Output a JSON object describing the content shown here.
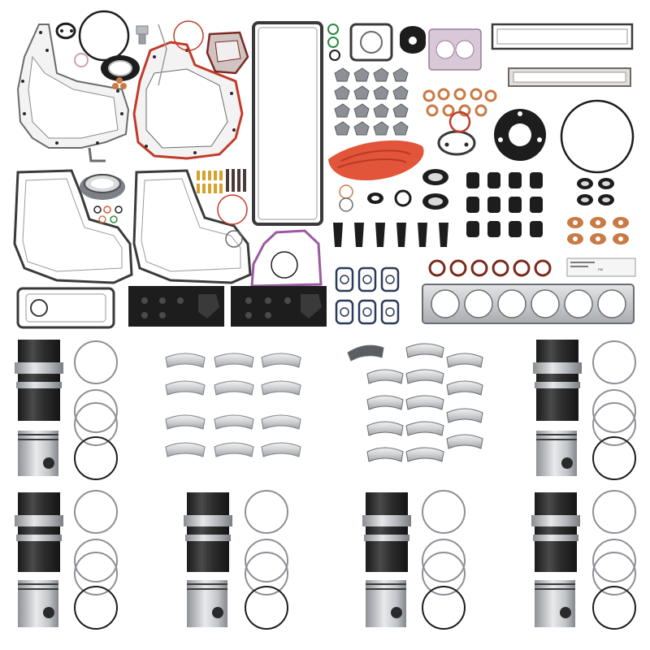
{
  "image": {
    "subject": "engine-overhaul-kit",
    "background": "#ffffff"
  },
  "colors": {
    "gasket_fiber": "#f3f3f3",
    "gasket_edge": "#6a6a6a",
    "bolt_hole": "#2a2a2a",
    "red_seal": "#c23b2a",
    "silicone_strip": "#e2553a",
    "purple_gasket": "#9a5aa0",
    "copper": "#c97a45",
    "black_rubber": "#1d1d1d",
    "steel": "#b9bcc0",
    "steel_dark": "#7d8186",
    "liner_black": "#2b2b2b",
    "ring_steel": "#8d9095",
    "bearing_silver": "#d8d9db",
    "paper": "#e4ddd8"
  },
  "kit": {
    "cylinders": 6,
    "ring_sets": 6,
    "rod_bearings": 12,
    "main_bearings": 14
  },
  "label": {
    "text": "PAI"
  }
}
